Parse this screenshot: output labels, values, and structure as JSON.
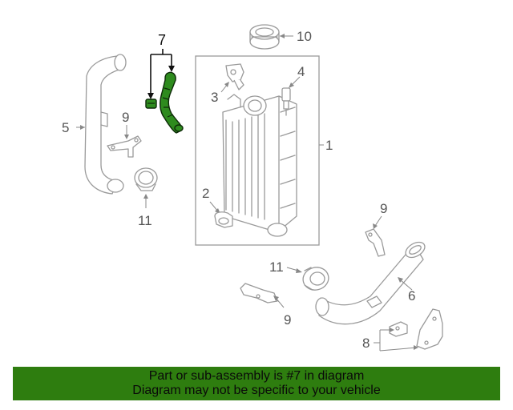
{
  "diagram": {
    "callouts": {
      "c1": "1",
      "c2": "2",
      "c3": "3",
      "c4": "4",
      "c5": "5",
      "c6": "6",
      "c7": "7",
      "c8": "8",
      "c9a": "9",
      "c9b": "9",
      "c9c": "9",
      "c10": "10",
      "c11a": "11",
      "c11b": "11"
    },
    "highlighted_part": "7",
    "highlight_color": "#2e8b1e"
  },
  "banner": {
    "line1": "Part or sub-assembly is #7 in diagram",
    "line2": "Diagram may not be specific to your vehicle",
    "background": "#2e7d0f"
  }
}
